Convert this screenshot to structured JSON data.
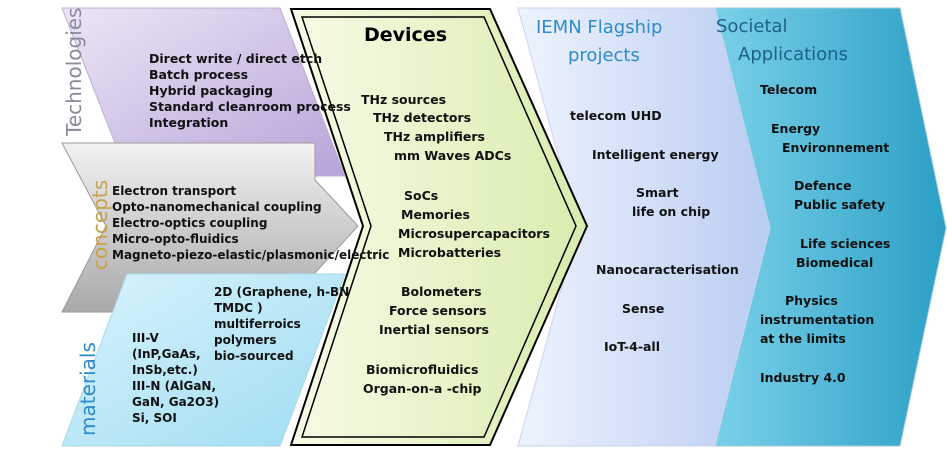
{
  "technologies": {
    "title": "Technologies",
    "items": [
      "Direct write / direct etch",
      "Batch process",
      "Hybrid packaging",
      "Standard cleanroom process",
      "Integration"
    ]
  },
  "concepts": {
    "title": "concepts",
    "items": [
      "Electron transport",
      "Opto-nanomechanical coupling",
      "Electro-optics coupling",
      "Micro-opto-fluidics",
      "Magneto-piezo-elastic/plasmonic/electric"
    ]
  },
  "materials": {
    "title": "materials",
    "left_items": [
      "III-V",
      "(InP,GaAs,",
      "InSb,etc.)",
      "III-N (AlGaN,",
      "GaN, Ga2O3)",
      "Si, SOI"
    ],
    "right_items": [
      "2D (Graphene, h-BN",
      "TMDC )",
      "multiferroics",
      "polymers",
      "bio-sourced"
    ]
  },
  "devices": {
    "title": "Devices",
    "items": [
      "THz sources",
      "THz detectors",
      "THz amplifiers",
      "mm Waves  ADCs",
      "SoCs",
      "Memories",
      "Microsupercapacitors",
      "Microbatteries",
      "Bolometers",
      "Force sensors",
      "Inertial sensors",
      "Biomicrofluidics",
      "Organ-on-a -chip"
    ]
  },
  "flagship": {
    "title_line1": "IEMN Flagship",
    "title_line2": "projects",
    "items": [
      "telecom UHD",
      "Intelligent energy",
      "Smart",
      "life on chip",
      "Nanocaracterisation",
      "Sense",
      "IoT-4-all"
    ]
  },
  "societal": {
    "title_line1": "Societal",
    "title_line2": "Applications",
    "items": [
      "Telecom",
      "Energy",
      "Environnement",
      "Defence",
      "Public safety",
      "Life sciences",
      "Biomedical",
      "Physics",
      "instrumentation",
      "at the limits",
      "Industry 4.0"
    ]
  },
  "colors": {
    "title_blue": "#2e8bc9",
    "title_gray": "#7f7f7f",
    "title_orange": "#c8a14a",
    "device_border": "#000000"
  }
}
